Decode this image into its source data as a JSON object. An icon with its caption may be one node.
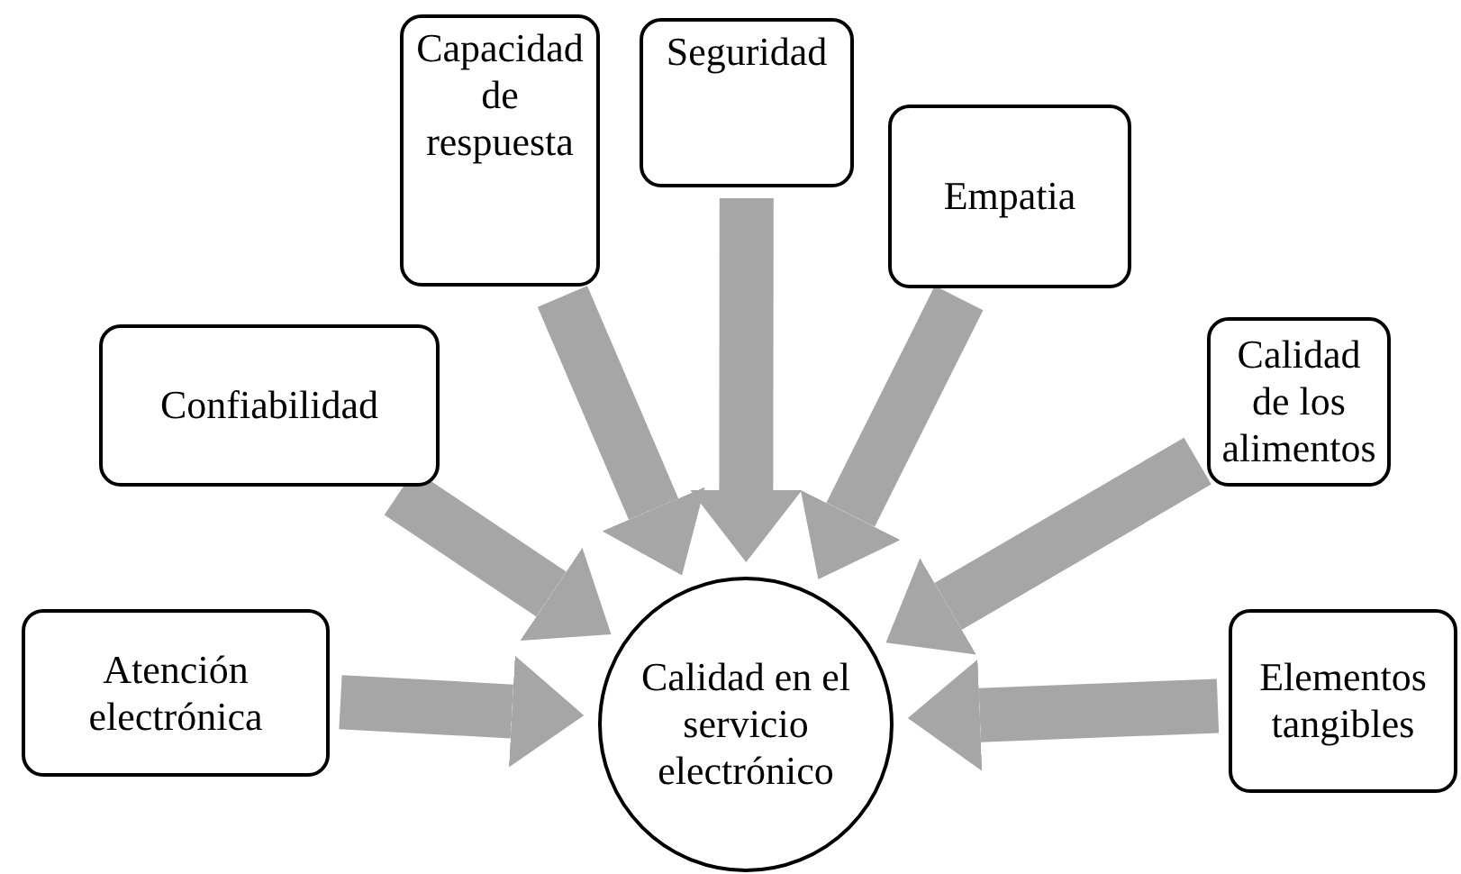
{
  "diagram": {
    "nodes": [
      {
        "text": [
          "Atención electrónica"
        ]
      },
      {
        "text": [
          "Confiabilidad"
        ]
      },
      {
        "text": [
          "Capacidad de respuesta"
        ]
      },
      {
        "text": [
          "Seguridad"
        ]
      },
      {
        "text": [
          "Empatia"
        ]
      },
      {
        "text": [
          "Calidad de los alimentos"
        ]
      },
      {
        "text": [
          "Elementos tangibles"
        ]
      },
      {
        "text": [
          "Calidad en el servicio electrónico"
        ]
      }
    ],
    "edges": [
      {
        "from": 0,
        "to": 7,
        "arrow": "to"
      },
      {
        "from": 1,
        "to": 7,
        "arrow": "to"
      },
      {
        "from": 2,
        "to": 7,
        "arrow": "to"
      },
      {
        "from": 3,
        "to": 7,
        "arrow": "to"
      },
      {
        "from": 4,
        "to": 7,
        "arrow": "to"
      },
      {
        "from": 5,
        "to": 7,
        "arrow": "to"
      },
      {
        "from": 6,
        "to": 7,
        "arrow": "to"
      }
    ]
  }
}
